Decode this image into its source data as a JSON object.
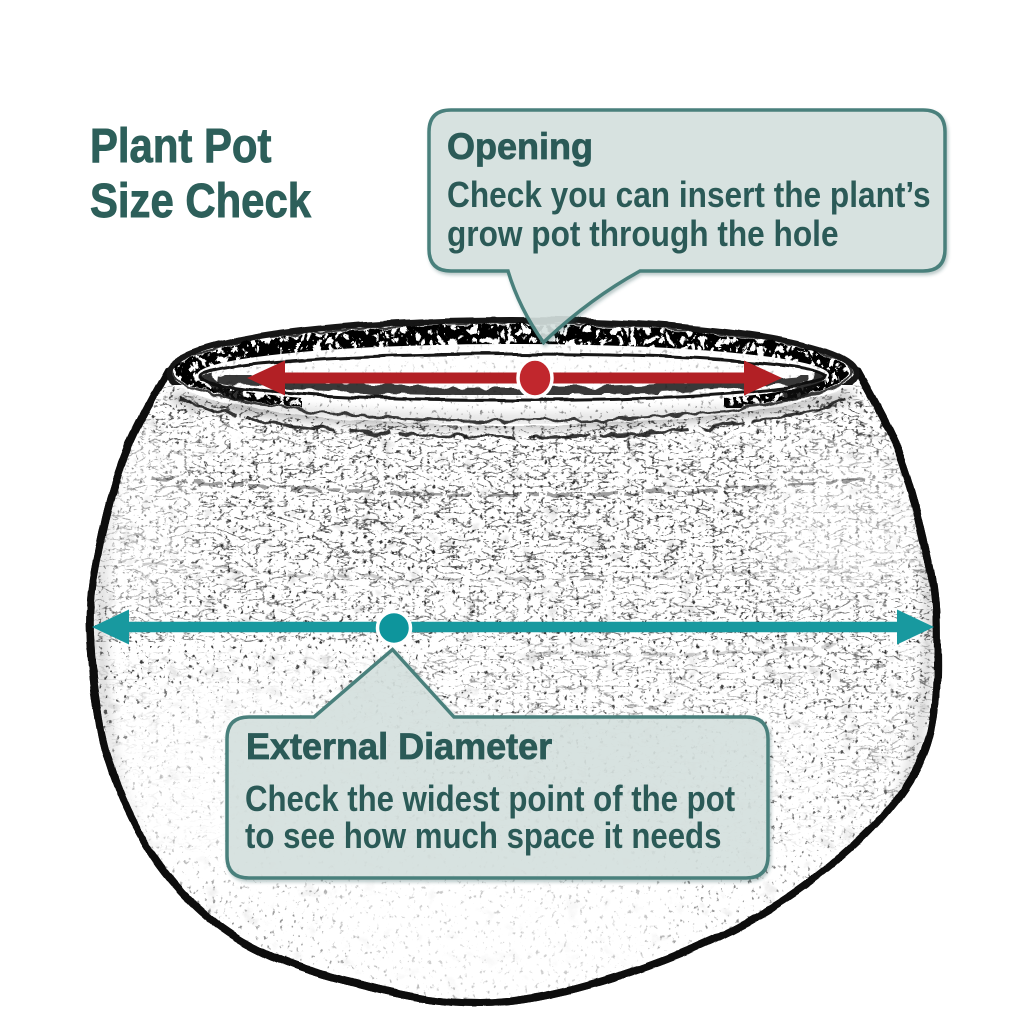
{
  "title": "Plant Pot\nSize Check",
  "callouts": {
    "opening": {
      "heading": "Opening",
      "body": "Check you can insert the plant’s\ngrow pot through the hole"
    },
    "external_diameter": {
      "heading": "External Diameter",
      "body": "Check the widest point of the pot\nto see how much space it needs"
    }
  },
  "colors": {
    "title_text": "#2d5f5a",
    "callout_fill": "#d7e2e0",
    "callout_border": "#4a807b",
    "callout_text": "#2b5a57",
    "opening_arrow": "#b22025",
    "opening_dot_fill": "#c1272d",
    "external_arrow": "#18999f",
    "external_dot_fill": "#0e959c",
    "marker_ring": "#ffffff",
    "sketch_ink": "#161616",
    "background": "#ffffff"
  }
}
